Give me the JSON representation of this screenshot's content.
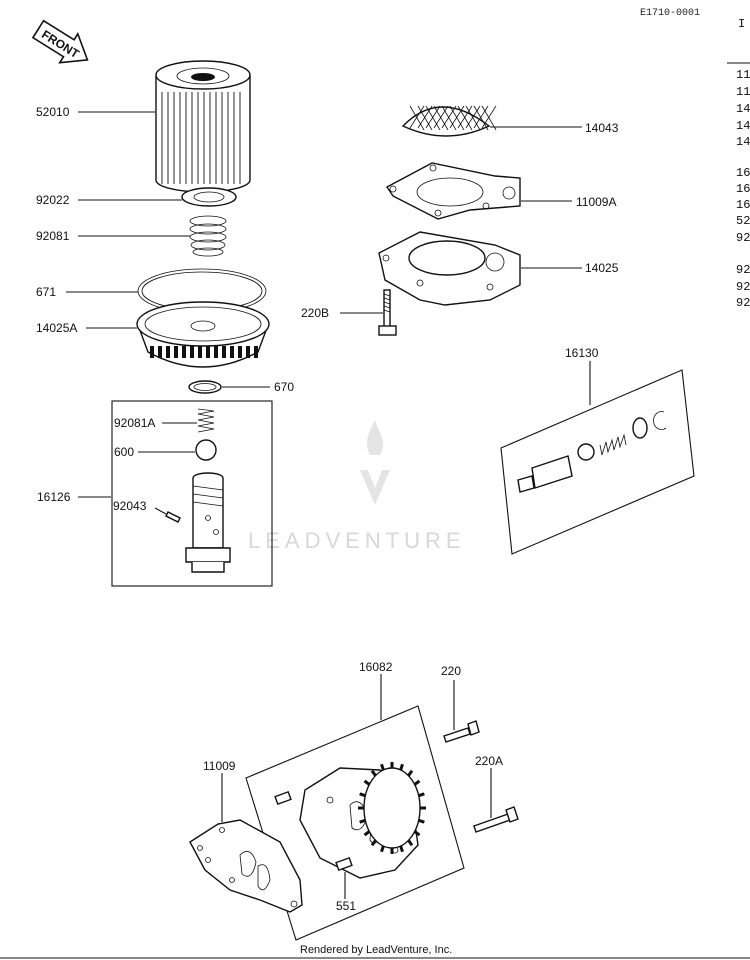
{
  "ref_code": "E1710-0001",
  "front_label": "FRONT",
  "watermark": "LEADVENTURE",
  "footer": "Rendered by LeadVenture, Inc.",
  "table_header": "I",
  "table_rows": [
    "11",
    "11",
    "14",
    "14",
    "14",
    "16",
    "16",
    "16",
    "52",
    "92",
    "92",
    "92",
    "92"
  ],
  "callouts": {
    "c52010": "52010",
    "c92022": "92022",
    "c92081": "92081",
    "c671": "671",
    "c14025A": "14025A",
    "c670": "670",
    "c92081A": "92081A",
    "c600": "600",
    "c16126": "16126",
    "c92043": "92043",
    "c14043": "14043",
    "c11009A": "11009A",
    "c14025": "14025",
    "c220B": "220B",
    "c16130": "16130",
    "c16082": "16082",
    "c220": "220",
    "c220A": "220A",
    "c11009": "11009",
    "c551": "551"
  }
}
